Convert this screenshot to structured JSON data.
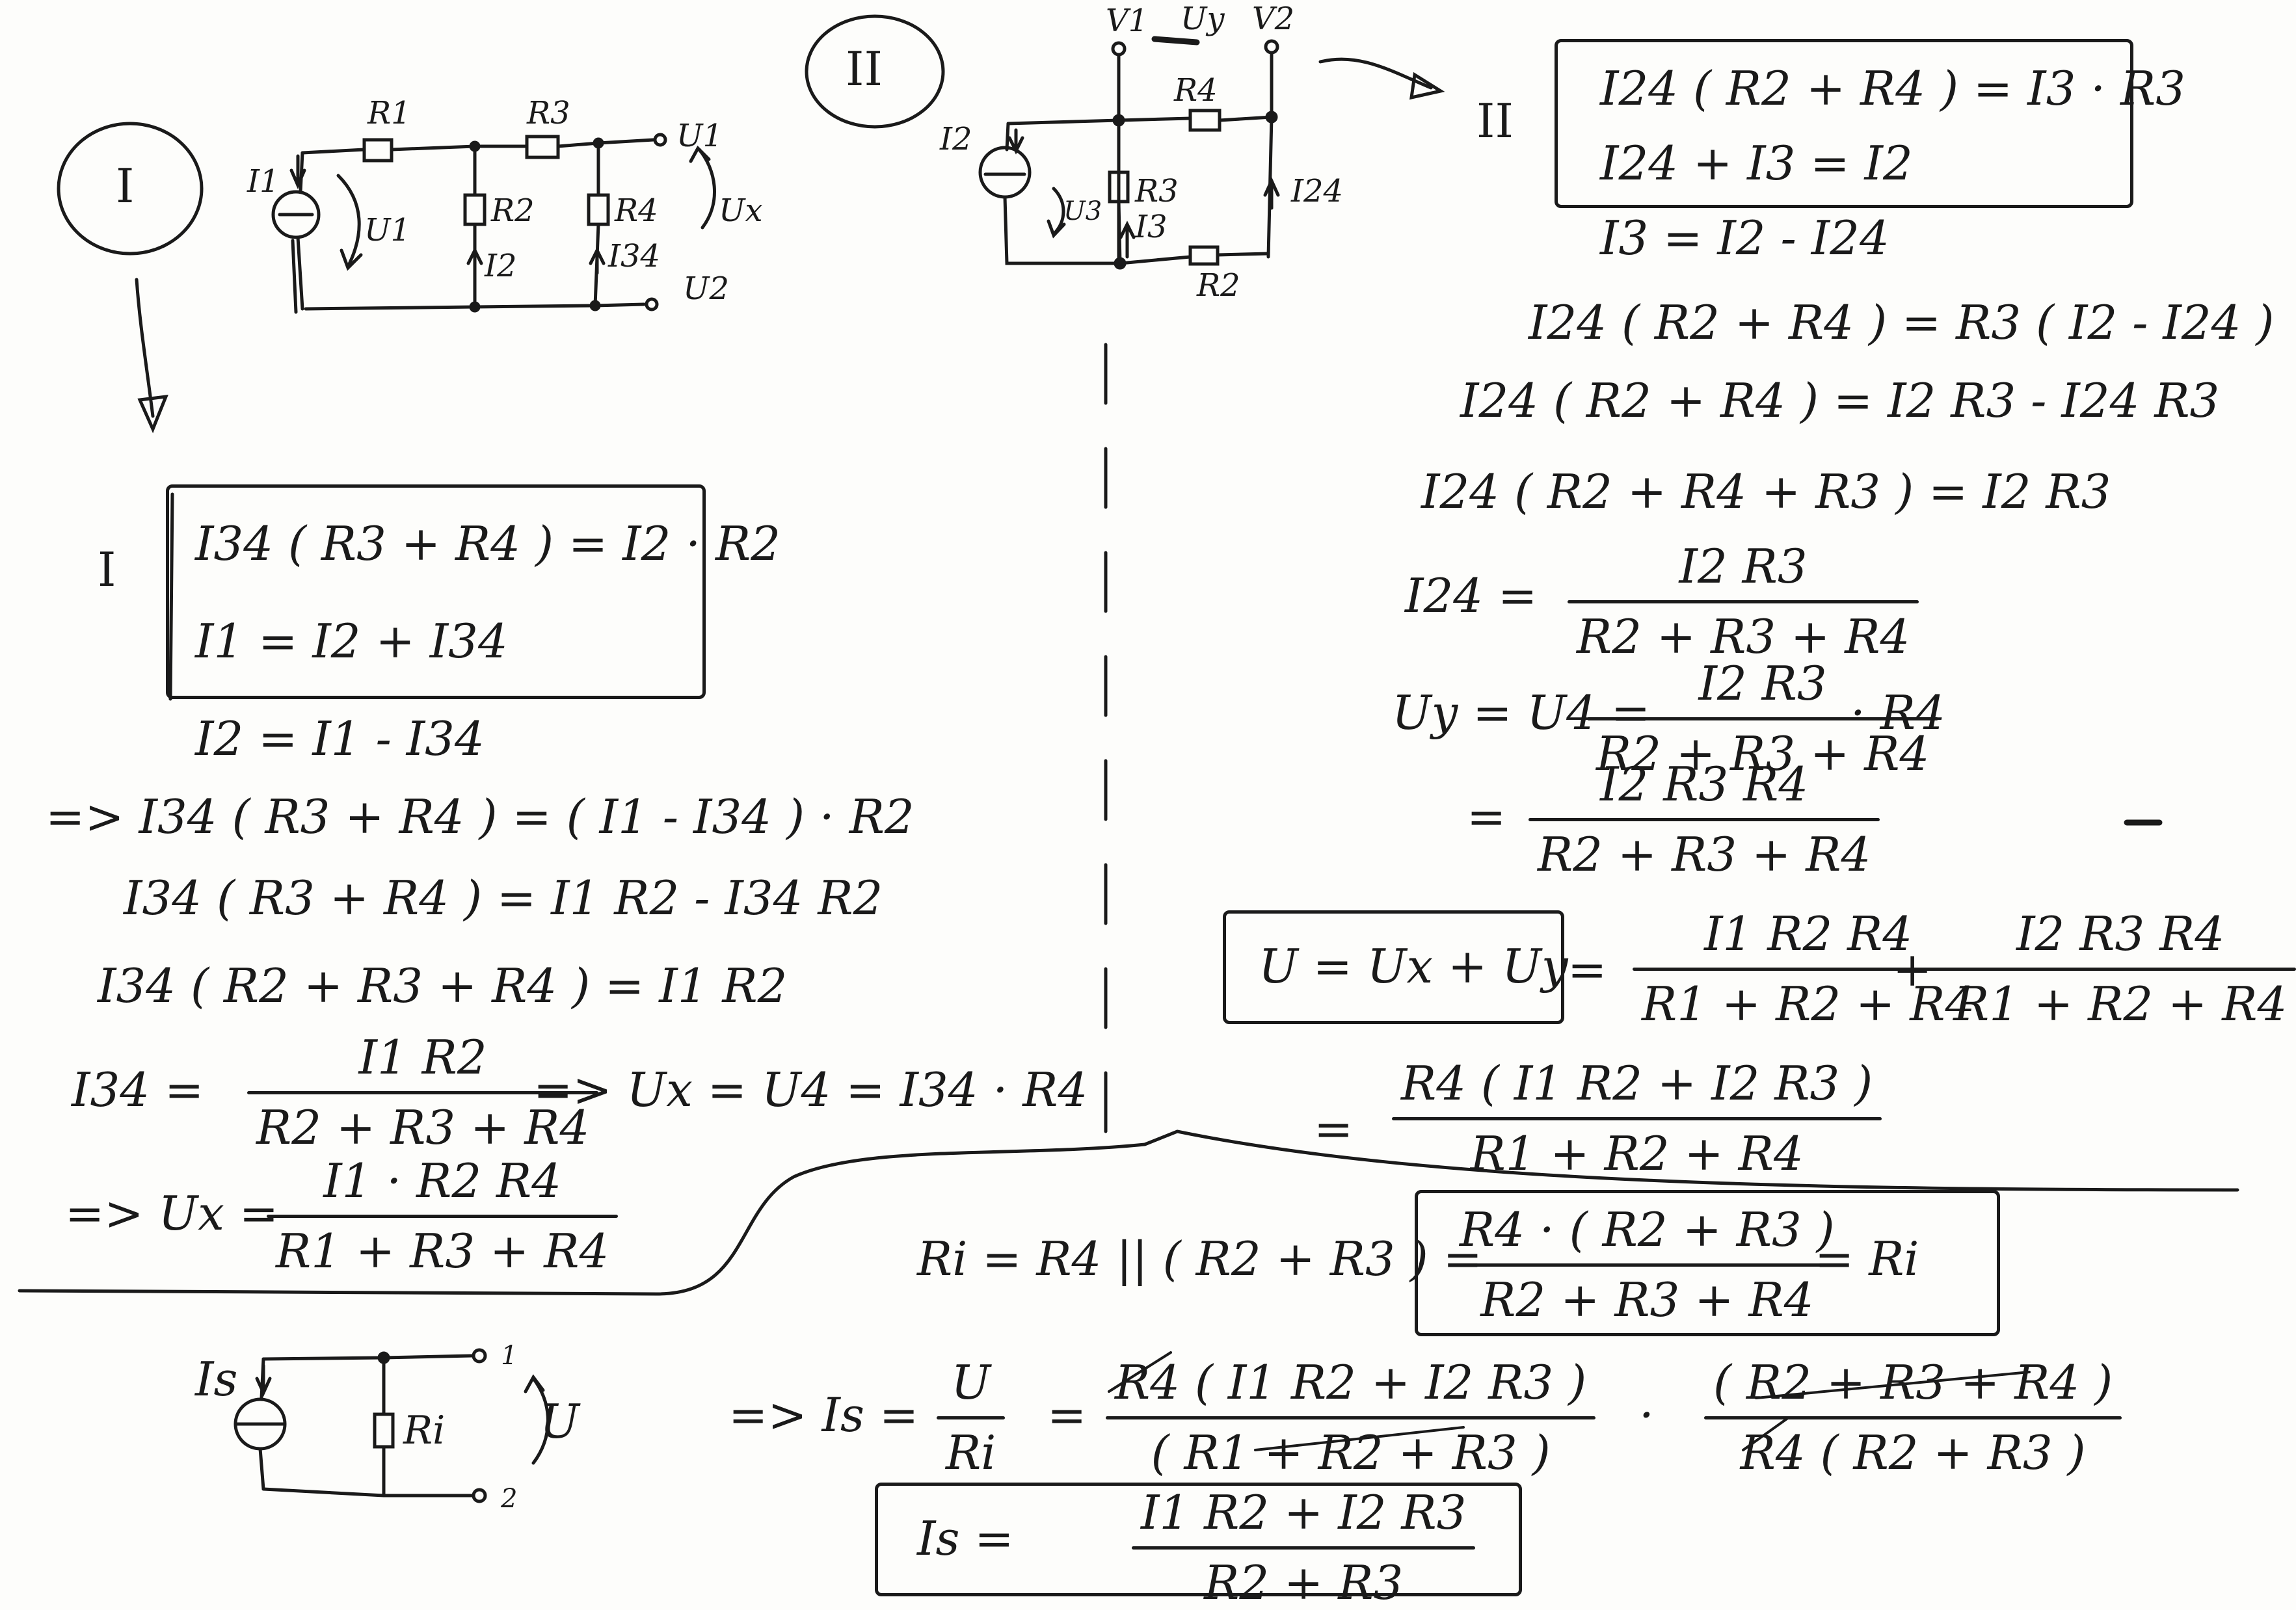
{
  "section_labels": {
    "circle_one": "I",
    "circle_two": "II",
    "label_one": "I",
    "label_two": "II"
  },
  "circuit_one": {
    "source": "I1",
    "voltage": "U1",
    "r1": "R1",
    "r2": "R2",
    "r3": "R3",
    "r4": "R4",
    "i2": "I2",
    "i34": "I34",
    "node_top": "U1",
    "node_bottom": "U2",
    "ux": "Ux"
  },
  "circuit_two": {
    "source": "I2",
    "voltage": "U3",
    "r2": "R2",
    "r3": "R3",
    "r4": "R4",
    "i3": "I3",
    "i24": "I24",
    "v1": "V1",
    "v2": "V2",
    "uy": "Uy"
  },
  "circuit_three": {
    "source": "Is",
    "ri": "Ri",
    "u": "U",
    "t1": "1",
    "t2": "2"
  },
  "left_equations": {
    "box1": "I34 ( R3 + R4 ) = I2 · R2",
    "box2": "I1 = I2 + I34",
    "l1": "I2 = I1 - I34",
    "l2": "=> I34 ( R3 + R4 ) = ( I1 - I34 ) · R2",
    "l3": "I34 ( R3 + R4 ) = I1 R2 - I34 R2",
    "l4": "I34 ( R2 + R3 + R4 ) = I1 R2",
    "l5_lhs": "I34 =",
    "l5_num": "I1 R2",
    "l5_den": "R2 + R3 + R4",
    "l5_rhs": "=> Ux = U4 = I34 · R4",
    "l6_lhs": "=> Ux =",
    "l6_num": "I1 · R2 R4",
    "l6_den": "R1 + R3 + R4"
  },
  "right_equations": {
    "box1": "I24 ( R2 + R4 ) = I3 · R3",
    "box2": "I24 + I3 = I2",
    "r1": "I3 = I2 - I24",
    "r2": "I24 ( R2 + R4 ) = R3 ( I2 - I24 )",
    "r3": "I24 ( R2 + R4 ) = I2 R3 - I24 R3",
    "r4": "I24 ( R2 + R4 + R3 ) = I2 R3",
    "r5_lhs": "I24 =",
    "r5_num": "I2 R3",
    "r5_den": "R2 + R3 + R4",
    "r6_lhs": "Uy = U4 =",
    "r6_num": "I2 R3",
    "r6_den": "R2 + R3 + R4",
    "r6_rhs": "· R4",
    "r7_lhs": "=",
    "r7_num": "I2 R3 R4",
    "r7_den": "R2 + R3 + R4",
    "u_box": "U = Ux + Uy",
    "u_eq": "=",
    "u_num1": "I1 R2 R4",
    "u_den1": "R1 + R2 + R4",
    "u_plus": "+",
    "u_num2": "I2 R3 R4",
    "u_den2": "R1 + R2 + R4",
    "u2_eq": "=",
    "u2_num": "R4 ( I1 R2 + I2 R3 )",
    "u2_den": "R1 + R2 + R4"
  },
  "bottom_equations": {
    "ri_lhs": "Ri = R4 || ( R2 + R3 ) =",
    "ri_num": "R4 · ( R2 + R3 )",
    "ri_den": "R2 + R3 + R4",
    "ri_rhs": "= Ri",
    "is_lhs": "=> Is =",
    "is_num1": "U",
    "is_den1": "Ri",
    "is_eq": "=",
    "is_num2": "R4 ( I1 R2 + I2 R3 )",
    "is_den2": "( R1 + R2 + R3 )",
    "is_dot": "·",
    "is_num3": "( R2 + R3 + R4 )",
    "is_den3": "R4 ( R2 + R3 )",
    "final_lhs": "Is =",
    "final_num": "I1 R2 + I2 R3",
    "final_den": "R2 + R3"
  }
}
